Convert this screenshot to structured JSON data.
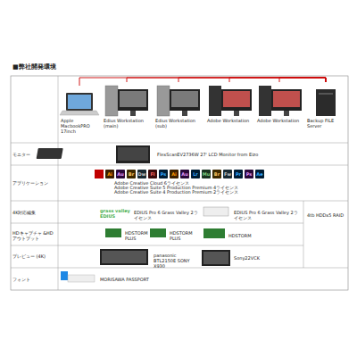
{
  "diagram": {
    "title": "■弊社開発環境",
    "nodes": [
      {
        "text": [
          "Apple MacbookPRO 17inch"
        ]
      },
      {
        "text": [
          "Edius Workstation (main)"
        ]
      },
      {
        "text": [
          "Edius Workstation (sub)"
        ]
      },
      {
        "text": [
          "Adobe Workstation"
        ]
      },
      {
        "text": [
          "Adobe Workstation"
        ]
      },
      {
        "text": [
          "Backup FILE Server"
        ]
      }
    ],
    "edges": [
      {
        "from": 0,
        "to": 5,
        "arrow": "none"
      },
      {
        "from": 1,
        "to": 5,
        "arrow": "none"
      },
      {
        "from": 2,
        "to": 5,
        "arrow": "none"
      },
      {
        "from": 3,
        "to": 5,
        "arrow": "none"
      },
      {
        "from": 4,
        "to": 5,
        "arrow": "none"
      }
    ],
    "labels": [
      "モニター",
      "アプリケーション",
      "4K対応編集",
      "HDキャプチャ &HDアウトプット",
      "プレビュー (4K)",
      "フォント",
      "FlexScanEV2736W 27' LCD Monitor from Eizo",
      "Ai",
      "Au",
      "Br",
      "Dw",
      "Fl",
      "Ps",
      "Ai",
      "Au",
      "Lr",
      "Mu",
      "Br",
      "Fw",
      "Pr",
      "Ps",
      "Ae",
      "Adobe Creative Cloud 6ライセンス",
      "Adobe Creative Suite 5 Production Premium 4ライセンス",
      "Adobe Creative Suite 4 Production Premium 2ライセンス",
      "grass valley EDIUS",
      "EDIUS Pro 6 Grass Valley 2ライセンス",
      "EDIUS Pro 6 Grass Valley 2ライセンス",
      "4tb HDDx5 RAID",
      "HDSTORM PLUS",
      "HDSTORM PLUS",
      "HDSTORM",
      "panasonic BTL2150E SONY X930",
      "Sony22VCK",
      "MORISAWA PASSPORT"
    ]
  }
}
